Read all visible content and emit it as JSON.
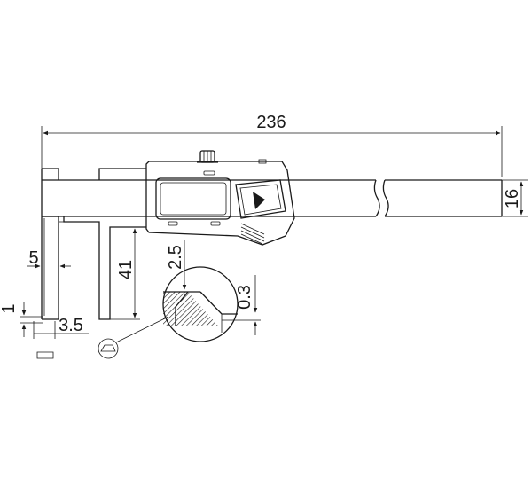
{
  "dimensions": {
    "overall_length": "236",
    "beam_height": "16",
    "jaw_depth": "41",
    "jaw_width": "5",
    "tip_thickness": "1",
    "tip_length": "3.5",
    "detail_height": "2.5",
    "detail_offset": "0.3"
  },
  "colors": {
    "line": "#1a1a1a",
    "background": "#ffffff"
  },
  "icons": {
    "display_button": "play-triangle-icon"
  }
}
